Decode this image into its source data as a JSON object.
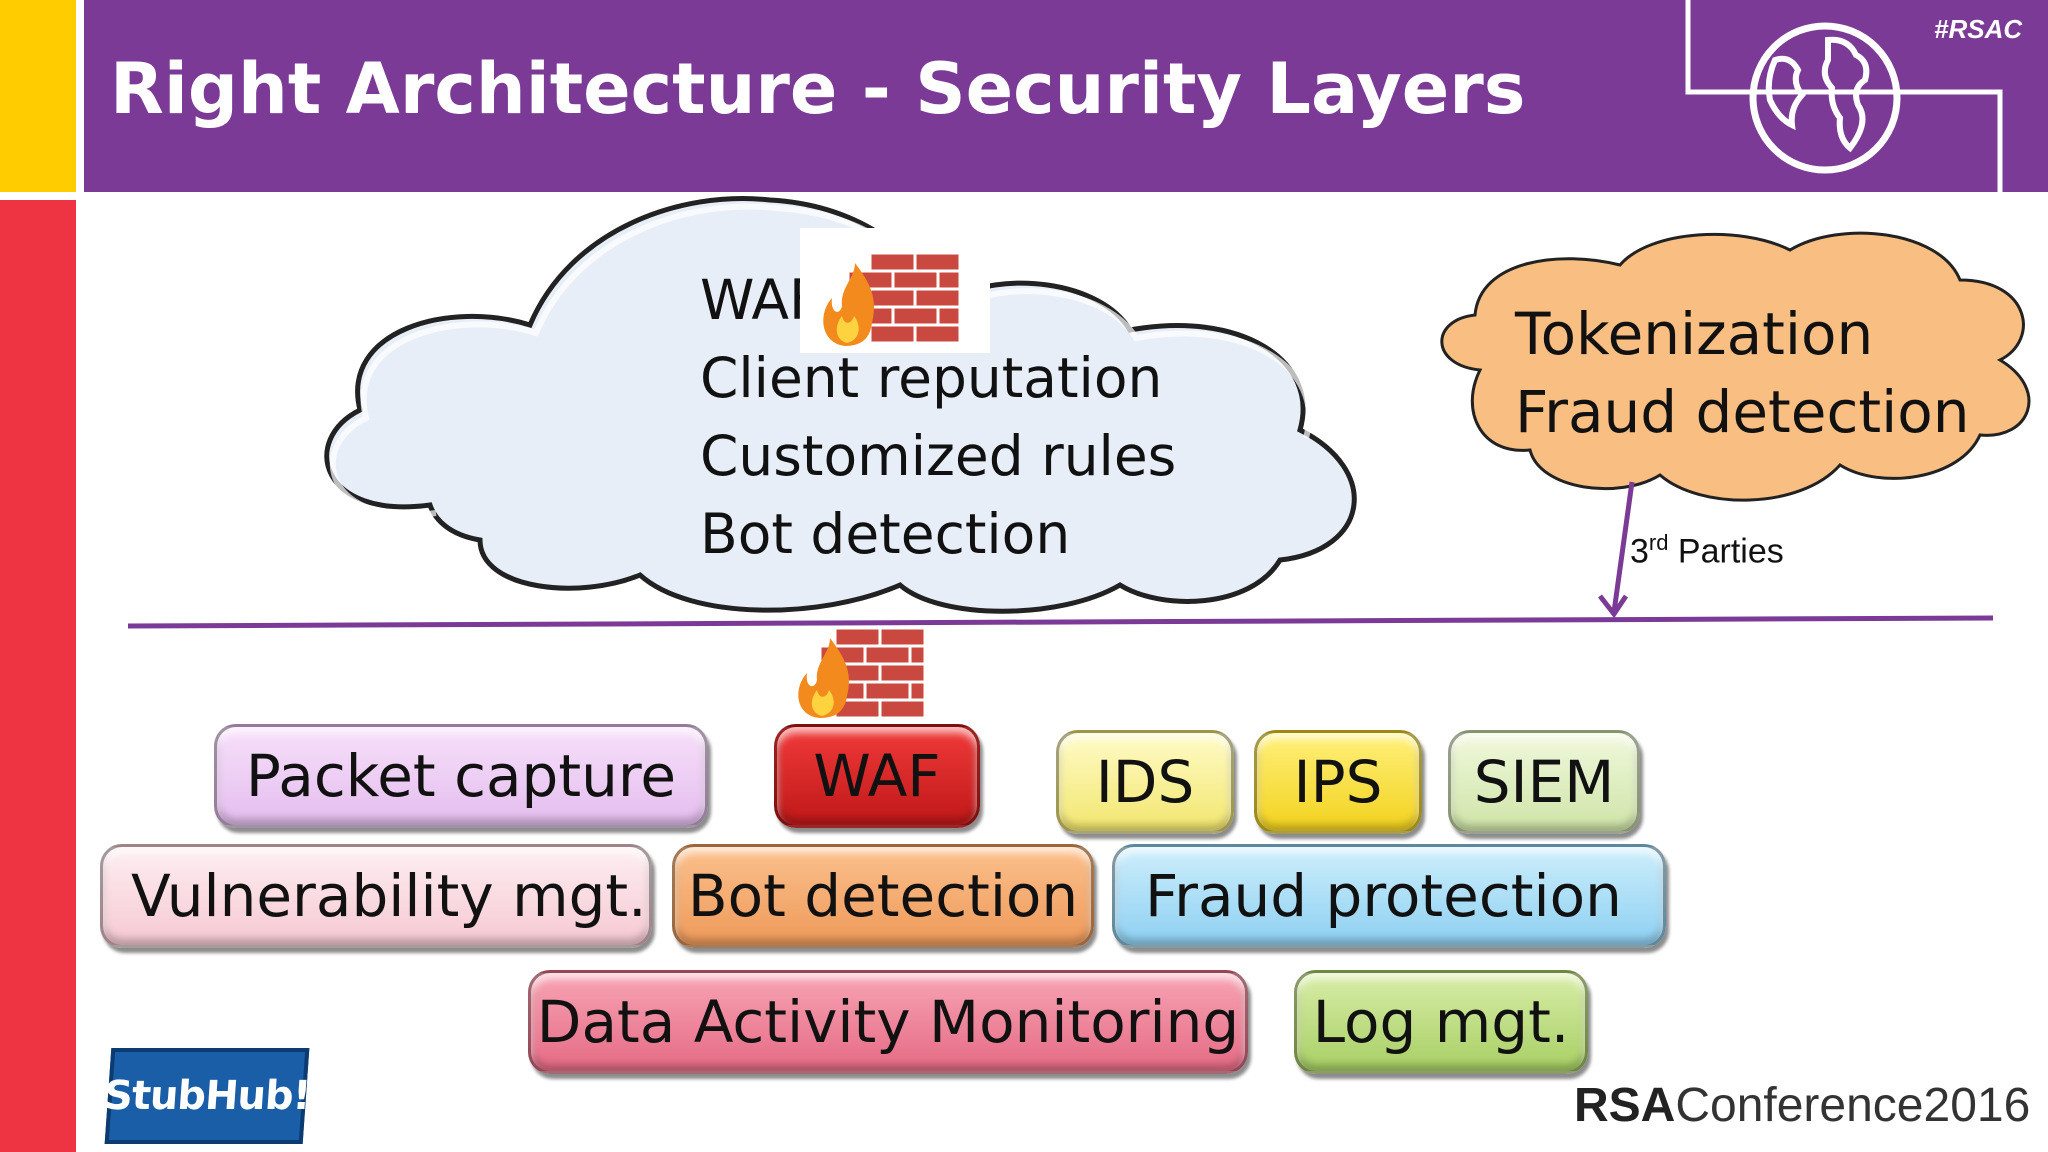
{
  "header": {
    "title": "Right Architecture - Security Layers",
    "hashtag": "#RSAC"
  },
  "cloud": {
    "lines": [
      "WAF",
      "Client reputation",
      "Customized rules",
      "Bot detection"
    ]
  },
  "third_party_cloud": {
    "lines": [
      "Tokenization",
      "Fraud detection"
    ],
    "connector_label": "3",
    "connector_label_sup": "rd",
    "connector_label_rest": " Parties"
  },
  "layers": {
    "packet_capture": "Packet capture",
    "waf": "WAF",
    "ids": "IDS",
    "ips": "IPS",
    "siem": "SIEM",
    "vulnerability": "Vulnerability mgt.",
    "bot_detection": "Bot detection",
    "fraud_protection": "Fraud protection",
    "data_activity": "Data Activity Monitoring",
    "log_mgt": "Log mgt."
  },
  "footer": {
    "stubhub": "StubHub!",
    "rsa_brand": "RSA",
    "rsa_conference": "Conference2016"
  },
  "colors": {
    "header_purple": "#7B3A96",
    "strip_yellow": "#FFCC00",
    "strip_red": "#EE3342",
    "cloud_fill": "#E8EEF8",
    "orange_cloud_fill": "#F8BE82"
  }
}
